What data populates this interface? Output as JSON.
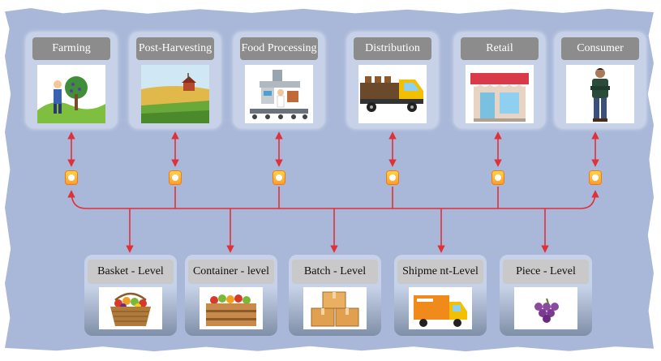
{
  "stages": [
    {
      "label": "Farming",
      "icon": "farming-icon"
    },
    {
      "label": "Post-Harvesting",
      "icon": "farmland-icon"
    },
    {
      "label": "Food Processing",
      "icon": "factory-icon"
    },
    {
      "label": "Distribution",
      "icon": "truck-icon"
    },
    {
      "label": "Retail",
      "icon": "store-icon"
    },
    {
      "label": "Consumer",
      "icon": "person-icon"
    }
  ],
  "levels": [
    {
      "label": "Basket - Level",
      "icon": "basket-icon"
    },
    {
      "label": "Container - level",
      "icon": "crate-icon"
    },
    {
      "label": "Batch - Level",
      "icon": "boxes-icon"
    },
    {
      "label": "Shipme nt-Level",
      "icon": "delivery-truck-icon"
    },
    {
      "label": "Piece  - Level",
      "icon": "grapes-icon"
    }
  ],
  "colors": {
    "arrow": "#e0303a",
    "background": "#a9b8d9",
    "lock": "#ffb020"
  }
}
